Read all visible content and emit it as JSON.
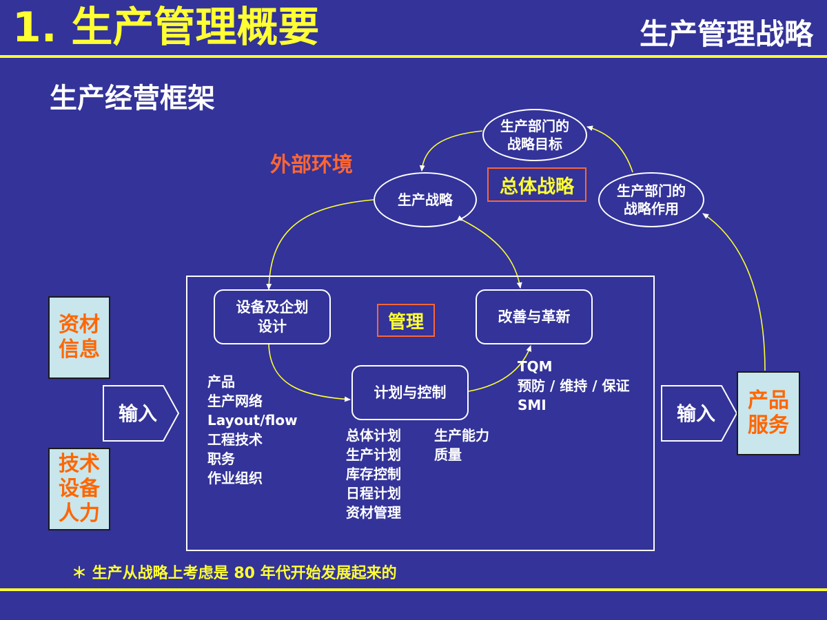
{
  "header": {
    "title": "1. 生产管理概要",
    "right_title": "生产管理战略"
  },
  "subtitle": "生产经营框架",
  "environment_label": "外部环境",
  "strategy_cycle": {
    "overall_strategy": "总体战略",
    "goal_node": [
      "生产部门的",
      "战略目标"
    ],
    "role_node": [
      "生产部门的",
      "战略作用"
    ],
    "production_strategy": "生产战略"
  },
  "management": {
    "label": "管理",
    "design_box": [
      "设备及企划",
      "设计"
    ],
    "improve_box": "改善与革新",
    "plan_box": "计划与控制",
    "design_items": [
      "产品",
      "生产网络",
      "Layout/flow",
      "工程技术",
      "职务",
      "作业组织"
    ],
    "plan_items_left": [
      "总体计划",
      "生产计划",
      "库存控制",
      "日程计划",
      "资材管理"
    ],
    "plan_items_right": [
      "生产能力",
      "质量"
    ],
    "improve_items": [
      "TQM",
      "预防 / 维持 / 保证",
      "SMI"
    ]
  },
  "inputs": {
    "top_box": [
      "资材",
      "信息"
    ],
    "bottom_box": [
      "技术",
      "设备",
      "人力"
    ],
    "left_arrow": "输入",
    "right_arrow": "输入",
    "output_box": [
      "产品",
      "服务"
    ]
  },
  "footnote": "＊ 生产从战略上考虑是 80 年代开始发展起来的",
  "colors": {
    "background": "#333399",
    "accent_yellow": "#ffff33",
    "accent_orange": "#ff6633",
    "box_fill": "#c8e6ec"
  }
}
